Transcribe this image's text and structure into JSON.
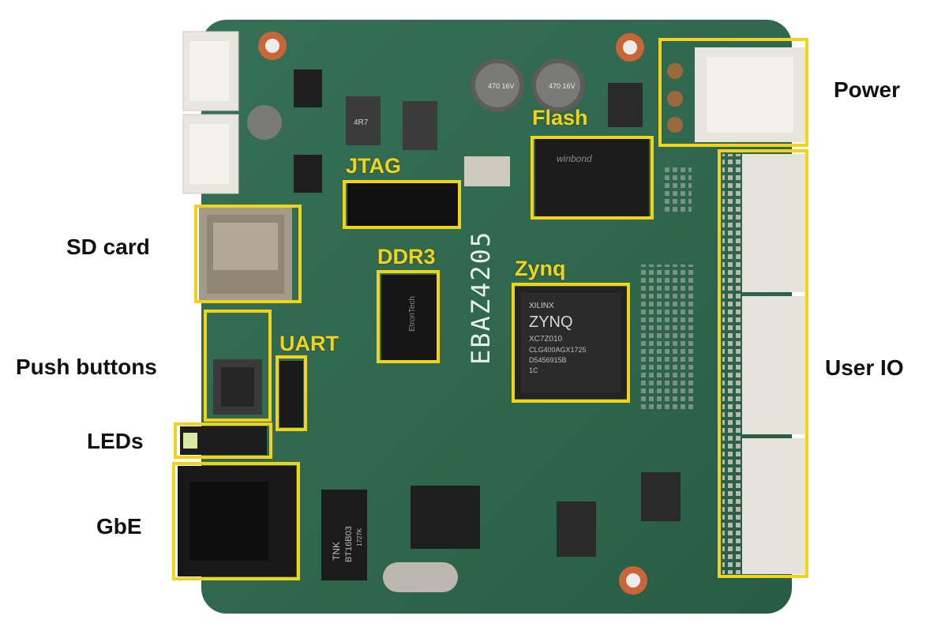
{
  "board": {
    "silkscreen_model": "EBAZ4205",
    "pcb_color": "#2f6a4f",
    "highlight_color": "#f2d21a"
  },
  "labels": {
    "power": "Power",
    "sd_card": "SD card",
    "push_buttons": "Push buttons",
    "leds": "LEDs",
    "gbe": "GbE",
    "user_io": "User IO",
    "flash": "Flash",
    "jtag": "JTAG",
    "ddr3": "DDR3",
    "zynq": "Zynq",
    "uart": "UART"
  },
  "chips": {
    "zynq_brand": "XILINX",
    "zynq_name": "ZYNQ",
    "zynq_part": "XC7Z010",
    "zynq_line2": "CLG400AGX1725",
    "zynq_line3": "D5456915B",
    "zynq_grade": "1C",
    "ddr3_maker": "EtronTech",
    "flash_maker": "winbond",
    "phy_part": "BT16B03",
    "phy_brand": "TNK",
    "phy_code": "1727K",
    "cap_rating_1": "470 16V",
    "cap_rating_2": "470 16V",
    "inductor_marking": "4R7"
  }
}
